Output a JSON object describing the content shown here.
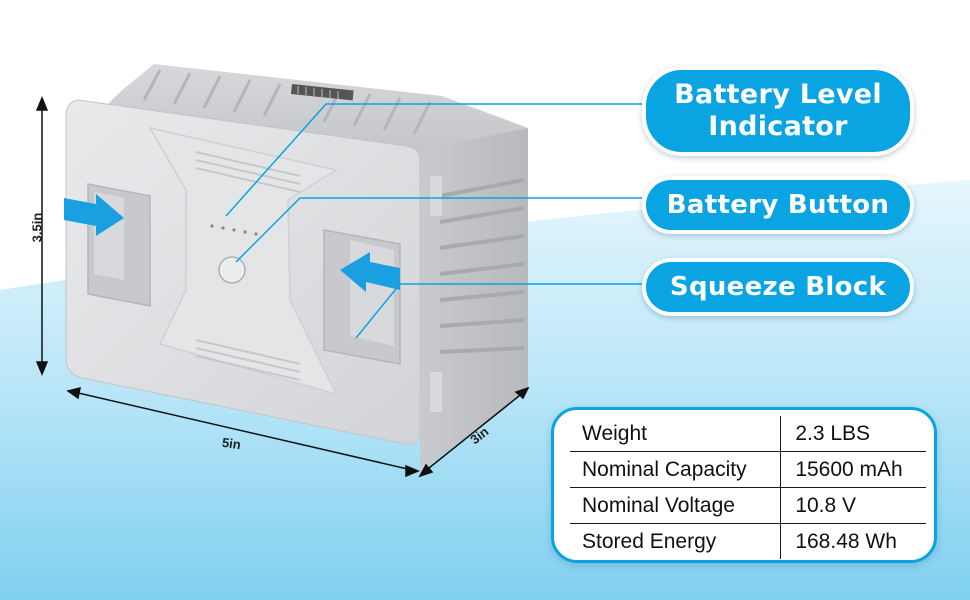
{
  "callouts": {
    "battery_level_line1": "Battery Level",
    "battery_level_line2": "Indicator",
    "battery_button": "Battery Button",
    "squeeze_block": "Squeeze Block"
  },
  "dimensions": {
    "height": "3.5in",
    "width": "5in",
    "depth": "3in"
  },
  "specs": [
    {
      "label": "Weight",
      "value": "2.3 LBS"
    },
    {
      "label": "Nominal Capacity",
      "value": "15600 mAh"
    },
    {
      "label": "Nominal Voltage",
      "value": "10.8 V"
    },
    {
      "label": "Stored Energy",
      "value": "168.48 Wh"
    }
  ],
  "colors": {
    "accent": "#0aa4e2",
    "sky_light": "#d9f1fb",
    "sky_mid": "#8fd6f2",
    "battery_body": "#dcdde0"
  }
}
